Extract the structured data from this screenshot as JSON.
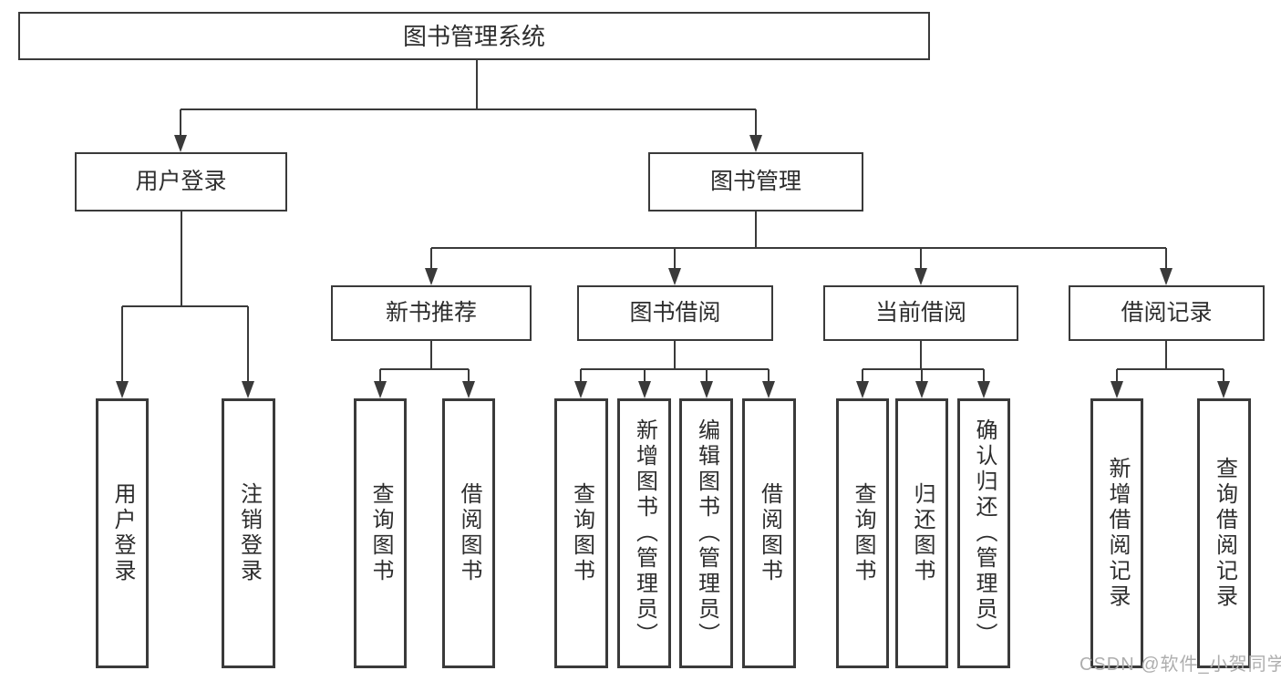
{
  "diagram": {
    "root": {
      "label": "图书管理系统"
    },
    "branches": [
      {
        "label": "用户登录",
        "children": [
          {
            "label": "用户登录"
          },
          {
            "label": "注销登录"
          }
        ]
      },
      {
        "label": "图书管理",
        "children": [
          {
            "label": "新书推荐",
            "children": [
              {
                "label": "查询图书"
              },
              {
                "label": "借阅图书"
              }
            ]
          },
          {
            "label": "图书借阅",
            "children": [
              {
                "label": "查询图书"
              },
              {
                "label": "新增图书（管理员）"
              },
              {
                "label": "编辑图书（管理员）"
              },
              {
                "label": "借阅图书"
              }
            ]
          },
          {
            "label": "当前借阅",
            "children": [
              {
                "label": "查询图书"
              },
              {
                "label": "归还图书"
              },
              {
                "label": "确认归还（管理员）"
              }
            ]
          },
          {
            "label": "借阅记录",
            "children": [
              {
                "label": "新增借阅记录"
              },
              {
                "label": "查询借阅记录"
              }
            ]
          }
        ]
      }
    ]
  },
  "watermark": "CSDN @软件_小贺同学",
  "colors": {
    "line": "#3a3a3a",
    "text": "#2d2d2d",
    "background": "#ffffff",
    "watermark": "#aeaeae"
  }
}
